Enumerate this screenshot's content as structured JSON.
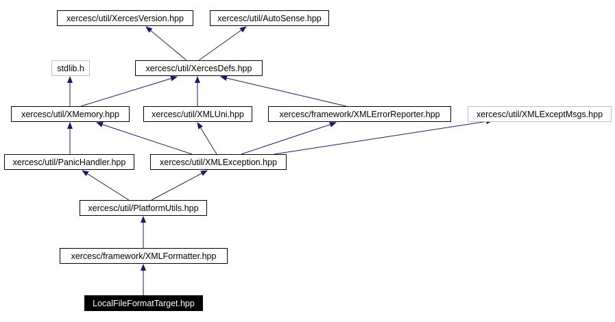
{
  "diagram": {
    "colors": {
      "edge": "#191970",
      "box_border": "#000000",
      "external_border": "#bfbfbf",
      "focus_fill": "#000000",
      "focus_text": "#ffffff",
      "text": "#000000"
    },
    "nodes": [
      {
        "id": "xercesversion",
        "label": "xercesc/util/XercesVersion.hpp",
        "style": "normal"
      },
      {
        "id": "autosense",
        "label": "xercesc/util/AutoSense.hpp",
        "style": "normal"
      },
      {
        "id": "stdlib",
        "label": "stdlib.h",
        "style": "external"
      },
      {
        "id": "xercesdefs",
        "label": "xercesc/util/XercesDefs.hpp",
        "style": "normal"
      },
      {
        "id": "xmemory",
        "label": "xercesc/util/XMemory.hpp",
        "style": "normal"
      },
      {
        "id": "xmluni",
        "label": "xercesc/util/XMLUni.hpp",
        "style": "normal"
      },
      {
        "id": "xmlerrorreporter",
        "label": "xercesc/framework/XMLErrorReporter.hpp",
        "style": "normal"
      },
      {
        "id": "xmlexceptmsgs",
        "label": "xercesc/util/XMLExceptMsgs.hpp",
        "style": "external"
      },
      {
        "id": "panichandler",
        "label": "xercesc/util/PanicHandler.hpp",
        "style": "normal"
      },
      {
        "id": "xmlexception",
        "label": "xercesc/util/XMLException.hpp",
        "style": "normal"
      },
      {
        "id": "platformutils",
        "label": "xercesc/util/PlatformUtils.hpp",
        "style": "normal"
      },
      {
        "id": "xmlformatter",
        "label": "xercesc/framework/XMLFormatter.hpp",
        "style": "normal"
      },
      {
        "id": "localfileformattarget",
        "label": "LocalFileFormatTarget.hpp",
        "style": "focus"
      }
    ],
    "edges": [
      {
        "from": "xercesdefs",
        "to": "xercesversion"
      },
      {
        "from": "xercesdefs",
        "to": "autosense"
      },
      {
        "from": "xmemory",
        "to": "stdlib"
      },
      {
        "from": "xmemory",
        "to": "xercesdefs"
      },
      {
        "from": "xmluni",
        "to": "xercesdefs"
      },
      {
        "from": "xmlerrorreporter",
        "to": "xercesdefs"
      },
      {
        "from": "panichandler",
        "to": "xmemory"
      },
      {
        "from": "xmlexception",
        "to": "xmemory"
      },
      {
        "from": "xmlexception",
        "to": "xmluni"
      },
      {
        "from": "xmlexception",
        "to": "xmlerrorreporter"
      },
      {
        "from": "xmlexception",
        "to": "xmlexceptmsgs"
      },
      {
        "from": "platformutils",
        "to": "panichandler"
      },
      {
        "from": "platformutils",
        "to": "xmlexception"
      },
      {
        "from": "xmlformatter",
        "to": "platformutils"
      },
      {
        "from": "localfileformattarget",
        "to": "xmlformatter"
      }
    ]
  }
}
